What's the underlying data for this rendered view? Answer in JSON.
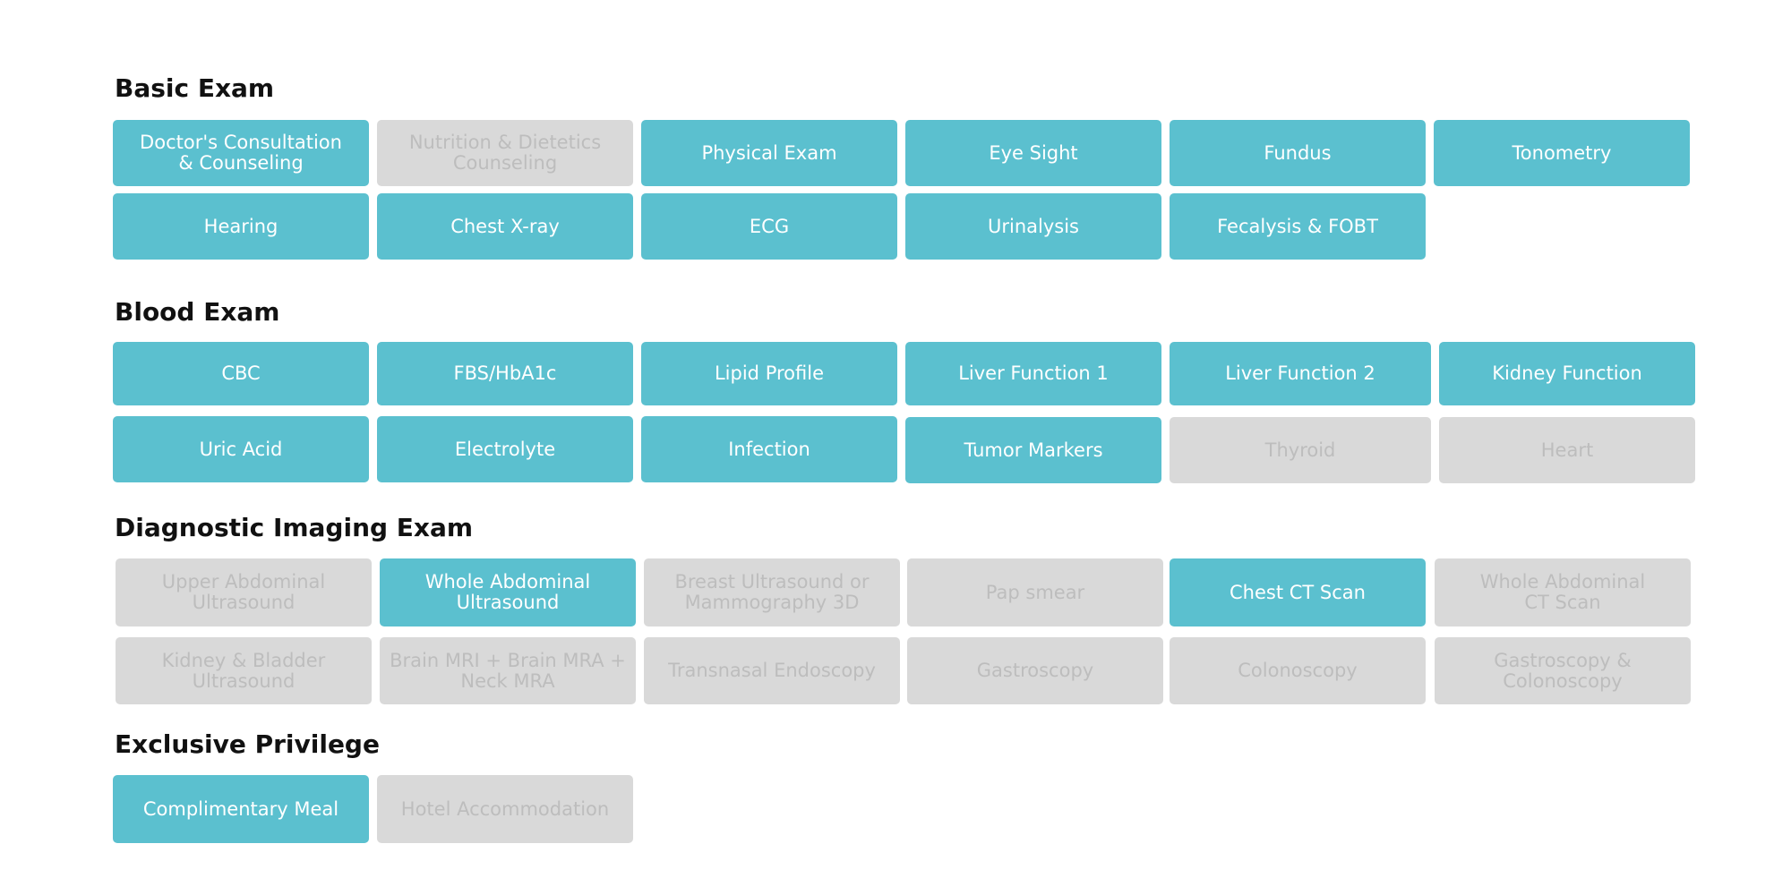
{
  "colors": {
    "selected": "#5bc0cf",
    "unselected": "#d9d9d9",
    "selected_text": "#ffffff",
    "unselected_text": "#bdbdbd"
  },
  "basic_exam": {
    "title": "Basic Exam",
    "items": [
      {
        "label": "Doctor's Consultation\n& Counseling",
        "selected": true
      },
      {
        "label": "Nutrition & Dietetics\nCounseling",
        "selected": false
      },
      {
        "label": "Physical Exam",
        "selected": true
      },
      {
        "label": "Eye Sight",
        "selected": true
      },
      {
        "label": "Fundus",
        "selected": true
      },
      {
        "label": "Tonometry",
        "selected": true
      },
      {
        "label": "Hearing",
        "selected": true
      },
      {
        "label": "Chest X-ray",
        "selected": true
      },
      {
        "label": "ECG",
        "selected": true
      },
      {
        "label": "Urinalysis",
        "selected": true
      },
      {
        "label": "Fecalysis & FOBT",
        "selected": true
      }
    ]
  },
  "blood_exam": {
    "title": "Blood Exam",
    "items": [
      {
        "label": "CBC",
        "selected": true
      },
      {
        "label": "FBS/HbA1c",
        "selected": true
      },
      {
        "label": "Lipid Profile",
        "selected": true
      },
      {
        "label": "Liver Function 1",
        "selected": true
      },
      {
        "label": "Liver Function 2",
        "selected": true
      },
      {
        "label": "Kidney Function",
        "selected": true
      },
      {
        "label": "Uric Acid",
        "selected": true
      },
      {
        "label": "Electrolyte",
        "selected": true
      },
      {
        "label": "Infection",
        "selected": true
      },
      {
        "label": "Tumor Markers",
        "selected": true
      },
      {
        "label": "Thyroid",
        "selected": false
      },
      {
        "label": "Heart",
        "selected": false
      }
    ]
  },
  "imaging_exam": {
    "title": "Diagnostic Imaging Exam",
    "items": [
      {
        "label": "Upper Abdominal\nUltrasound",
        "selected": false
      },
      {
        "label": "Whole Abdominal\nUltrasound",
        "selected": true
      },
      {
        "label": "Breast Ultrasound or\nMammography 3D",
        "selected": false
      },
      {
        "label": "Pap smear",
        "selected": false
      },
      {
        "label": "Chest CT Scan",
        "selected": true
      },
      {
        "label": "Whole Abdominal\nCT Scan",
        "selected": false
      },
      {
        "label": "Kidney & Bladder\nUltrasound",
        "selected": false
      },
      {
        "label": "Brain MRI + Brain MRA +\nNeck MRA",
        "selected": false
      },
      {
        "label": "Transnasal Endoscopy",
        "selected": false
      },
      {
        "label": "Gastroscopy",
        "selected": false
      },
      {
        "label": "Colonoscopy",
        "selected": false
      },
      {
        "label": "Gastroscopy &\nColonoscopy",
        "selected": false
      }
    ]
  },
  "exclusive_privilege": {
    "title": "Exclusive Privilege",
    "items": [
      {
        "label": "Complimentary Meal",
        "selected": true
      },
      {
        "label": "Hotel Accommodation",
        "selected": false
      }
    ]
  }
}
